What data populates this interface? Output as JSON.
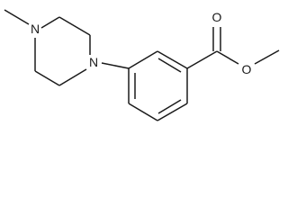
{
  "structure": {
    "atom_labels": {
      "piperazine_n_top": "N",
      "piperazine_n_bottom": "N",
      "carbonyl_o": "O",
      "ester_o": "O"
    }
  }
}
